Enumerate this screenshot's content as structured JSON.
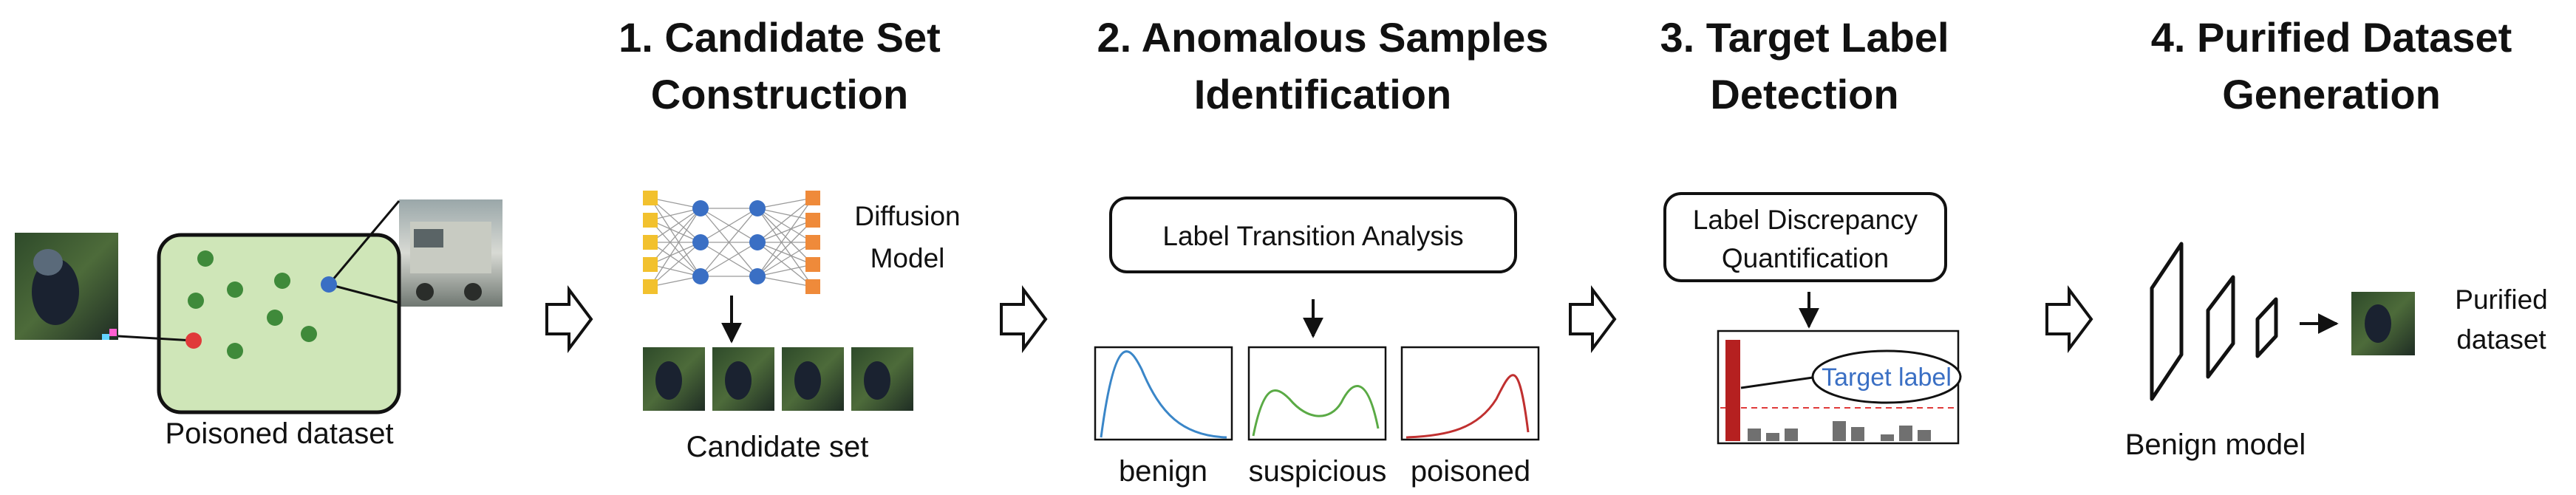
{
  "stages": [
    {
      "title_line1": "1. Candidate Set",
      "title_line2": "Construction"
    },
    {
      "title_line1": "2. Anomalous Samples",
      "title_line2": "Identification"
    },
    {
      "title_line1": "3. Target Label",
      "title_line2": "Detection"
    },
    {
      "title_line1": "4. Purified Dataset",
      "title_line2": "Generation"
    }
  ],
  "labels": {
    "poisoned_dataset": "Poisoned dataset",
    "diffusion_line1": "Diffusion",
    "diffusion_line2": "Model",
    "candidate_set": "Candidate set",
    "label_transition": "Label Transition Analysis",
    "benign": "benign",
    "suspicious": "suspicious",
    "poisoned": "poisoned",
    "label_discrepancy_line1": "Label Discrepancy",
    "label_discrepancy_line2": "Quantification",
    "target_label": "Target label",
    "benign_model": "Benign model",
    "purified_line1": "Purified",
    "purified_line2": "dataset"
  },
  "colors": {
    "dataset_fill": "#cfe6b8",
    "dot_green": "#3f8a3a",
    "dot_red": "#e03a3a",
    "dot_blue": "#3a6fc4",
    "node_yellow": "#f2c12e",
    "node_blue": "#3a6fc4",
    "node_orange": "#ef8a3a",
    "curve_benign": "#3a86c8",
    "curve_suspicious": "#5aaa45",
    "curve_poisoned": "#c03030",
    "bar_target": "#b52020",
    "bar_other": "#707070",
    "threshold_line": "#e03a3a"
  },
  "icons": {
    "stage_arrow": "hollow-right-arrow-icon",
    "neural_net": "neural-network-icon",
    "model": "cnn-model-icon"
  }
}
